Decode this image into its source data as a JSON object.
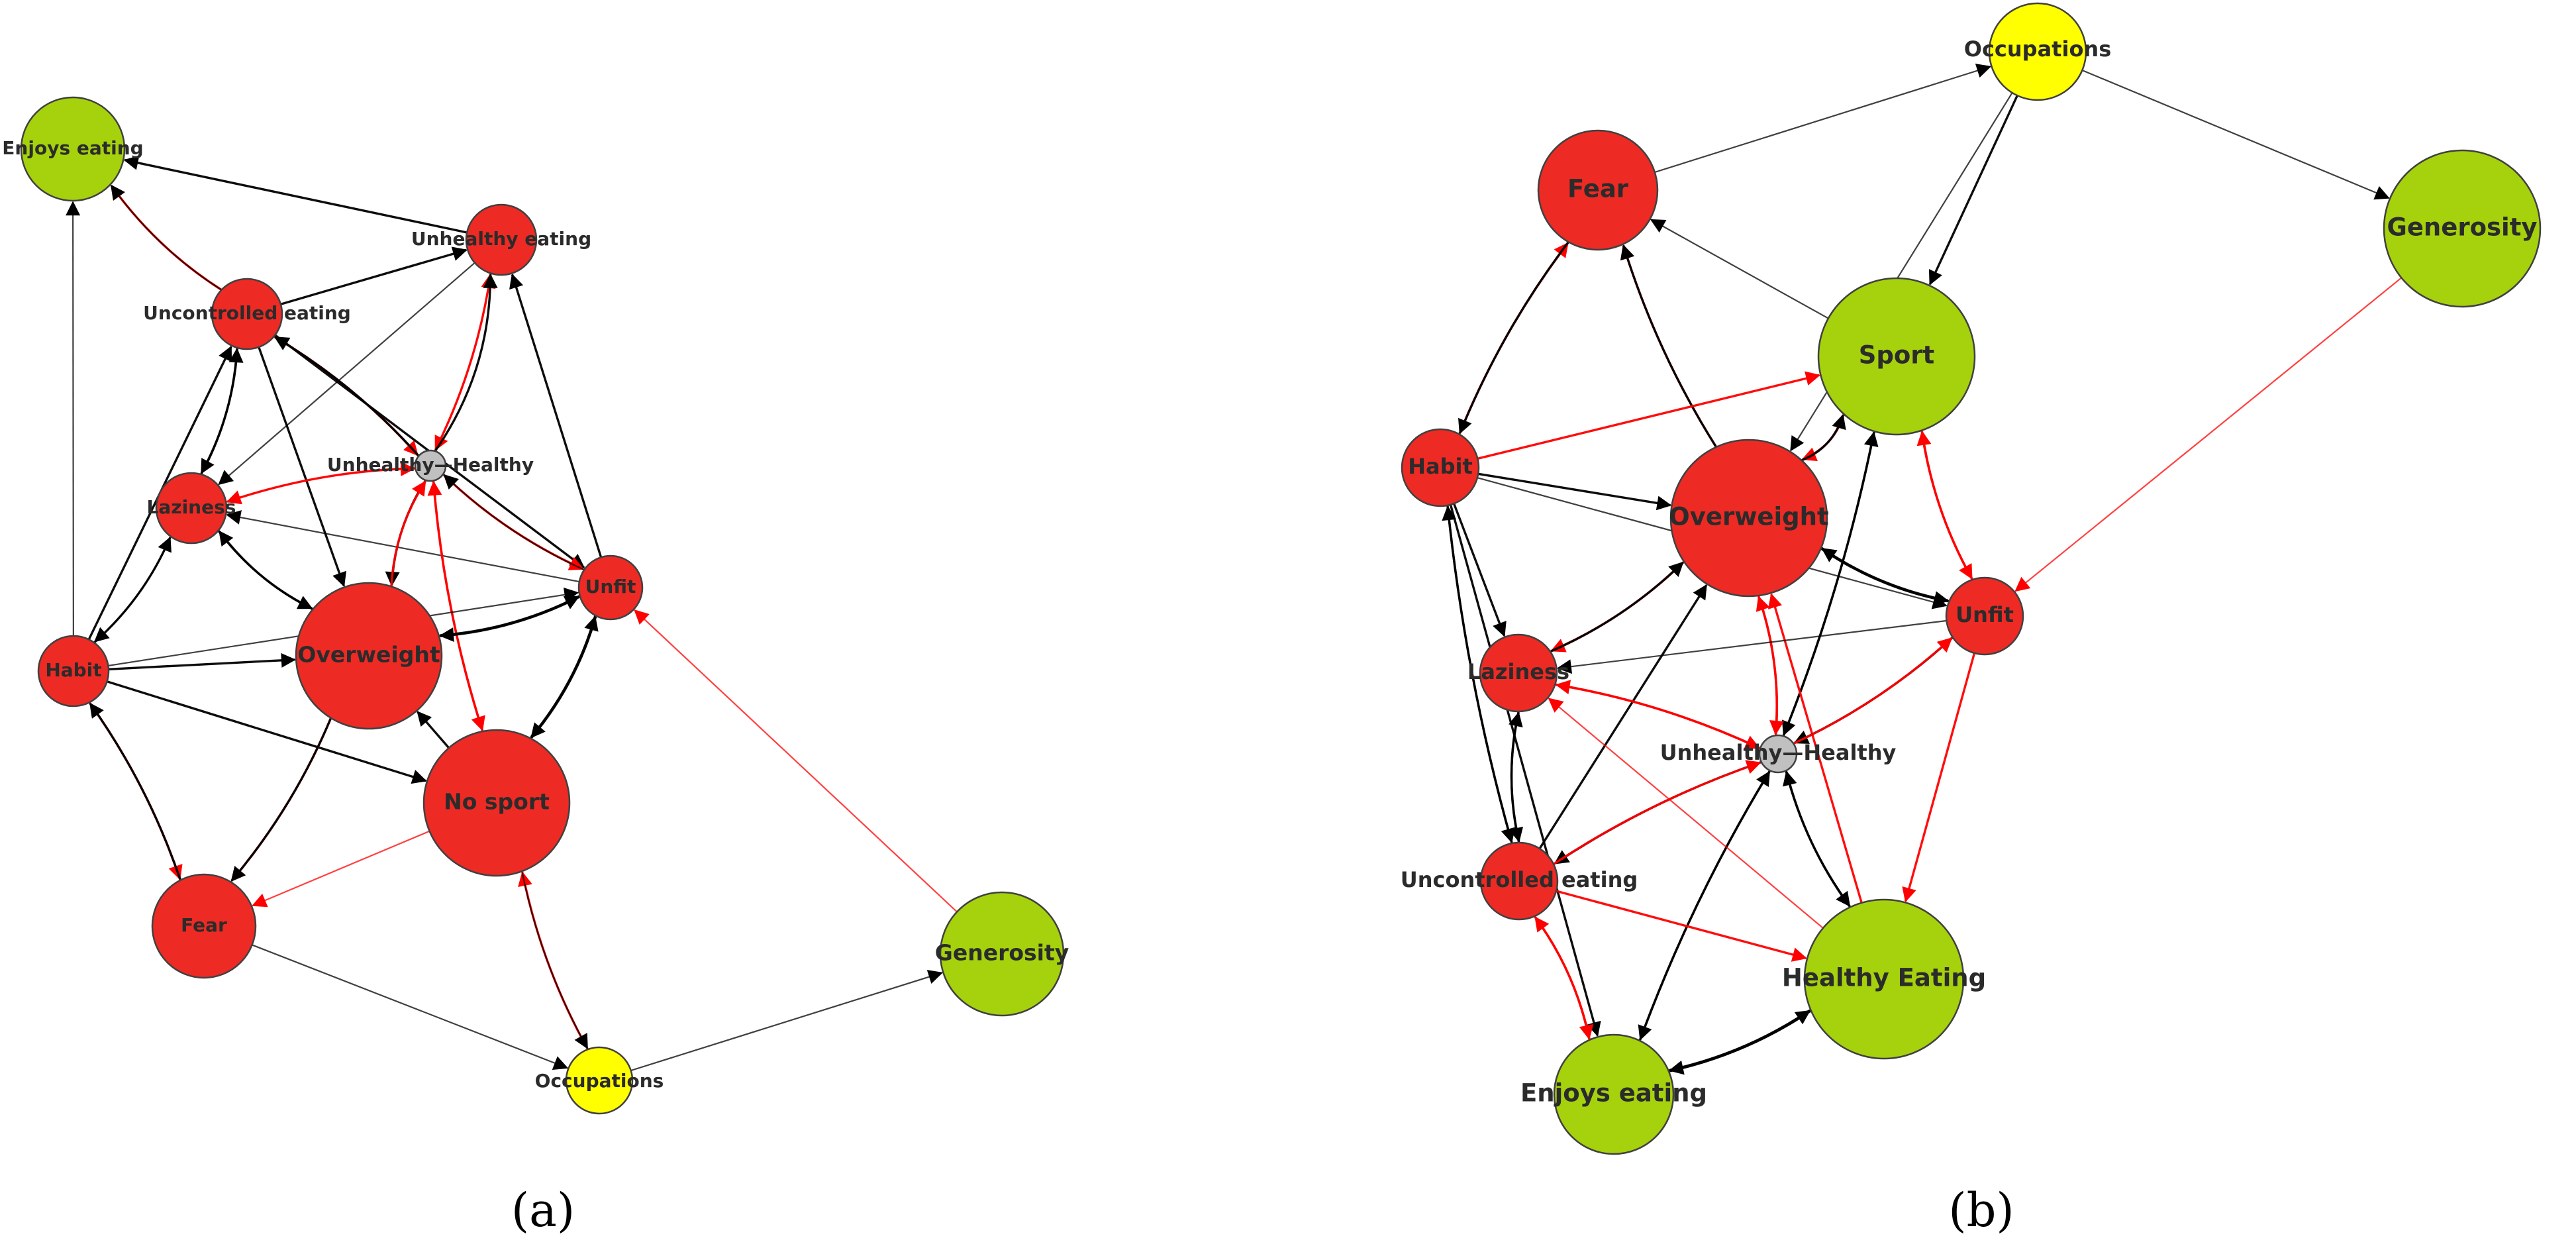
{
  "colors": {
    "problem": "#ee2a24",
    "resource": "#a5d20d",
    "neutral": "#ffff00",
    "center": "#c0c0c0",
    "edge_positive": "#000000",
    "edge_negative": "#ff0000",
    "outline": "#404040"
  },
  "panels": [
    {
      "caption": "(a)",
      "nodes": [
        {
          "id": "enjoys",
          "label": "Enjoys eating",
          "kind": "resource"
        },
        {
          "id": "unhealthy_eating",
          "label": "Unhealthy eating",
          "kind": "problem"
        },
        {
          "id": "uncontrolled",
          "label": "Uncontrolled eating",
          "kind": "problem"
        },
        {
          "id": "center",
          "label": "Unhealthy—Healthy",
          "kind": "center"
        },
        {
          "id": "laziness",
          "label": "Laziness",
          "kind": "problem"
        },
        {
          "id": "unfit",
          "label": "Unfit",
          "kind": "problem"
        },
        {
          "id": "habit",
          "label": "Habit",
          "kind": "problem"
        },
        {
          "id": "overweight",
          "label": "Overweight",
          "kind": "problem"
        },
        {
          "id": "nosport",
          "label": "No sport",
          "kind": "problem"
        },
        {
          "id": "fear",
          "label": "Fear",
          "kind": "problem"
        },
        {
          "id": "generosity",
          "label": "Generosity",
          "kind": "resource"
        },
        {
          "id": "occupations",
          "label": "Occupations",
          "kind": "neutral"
        }
      ],
      "edges": [
        {
          "from": "unhealthy_eating",
          "to": "enjoys",
          "sign": "positive",
          "weight": 2
        },
        {
          "from": "uncontrolled",
          "to": "enjoys",
          "sign": "negative",
          "weight": 2
        },
        {
          "from": "uncontrolled",
          "to": "enjoys",
          "sign": "positive",
          "weight": 1
        },
        {
          "from": "habit",
          "to": "enjoys",
          "sign": "positive",
          "weight": 1
        },
        {
          "from": "uncontrolled",
          "to": "unhealthy_eating",
          "sign": "positive",
          "weight": 2
        },
        {
          "from": "unhealthy_eating",
          "to": "laziness",
          "sign": "positive",
          "weight": 1
        },
        {
          "from": "unhealthy_eating",
          "to": "center",
          "sign": "negative",
          "weight": 2
        },
        {
          "from": "center",
          "to": "unhealthy_eating",
          "sign": "negative",
          "weight": 1
        },
        {
          "from": "center",
          "to": "unhealthy_eating",
          "sign": "positive",
          "weight": 2
        },
        {
          "from": "unfit",
          "to": "unhealthy_eating",
          "sign": "positive",
          "weight": 2
        },
        {
          "from": "uncontrolled",
          "to": "laziness",
          "sign": "positive",
          "weight": 2
        },
        {
          "from": "laziness",
          "to": "uncontrolled",
          "sign": "positive",
          "weight": 2
        },
        {
          "from": "uncontrolled",
          "to": "overweight",
          "sign": "positive",
          "weight": 2
        },
        {
          "from": "uncontrolled",
          "to": "center",
          "sign": "negative",
          "weight": 2
        },
        {
          "from": "center",
          "to": "uncontrolled",
          "sign": "positive",
          "weight": 2
        },
        {
          "from": "uncontrolled",
          "to": "unfit",
          "sign": "positive",
          "weight": 2
        },
        {
          "from": "center",
          "to": "laziness",
          "sign": "negative",
          "weight": 2
        },
        {
          "from": "laziness",
          "to": "center",
          "sign": "negative",
          "weight": 1
        },
        {
          "from": "unfit",
          "to": "laziness",
          "sign": "positive",
          "weight": 1
        },
        {
          "from": "laziness",
          "to": "overweight",
          "sign": "positive",
          "weight": 2
        },
        {
          "from": "overweight",
          "to": "laziness",
          "sign": "positive",
          "weight": 2
        },
        {
          "from": "habit",
          "to": "laziness",
          "sign": "positive",
          "weight": 2
        },
        {
          "from": "laziness",
          "to": "habit",
          "sign": "positive",
          "weight": 1
        },
        {
          "from": "habit",
          "to": "uncontrolled",
          "sign": "positive",
          "weight": 2
        },
        {
          "from": "center",
          "to": "unfit",
          "sign": "negative",
          "weight": 2
        },
        {
          "from": "unfit",
          "to": "center",
          "sign": "positive",
          "weight": 1
        },
        {
          "from": "center",
          "to": "overweight",
          "sign": "positive",
          "weight": 2
        },
        {
          "from": "overweight",
          "to": "center",
          "sign": "negative",
          "weight": 2
        },
        {
          "from": "center",
          "to": "nosport",
          "sign": "negative",
          "weight": 2
        },
        {
          "from": "nosport",
          "to": "center",
          "sign": "negative",
          "weight": 2
        },
        {
          "from": "unfit",
          "to": "overweight",
          "sign": "positive",
          "weight": 3
        },
        {
          "from": "overweight",
          "to": "unfit",
          "sign": "positive",
          "weight": 2
        },
        {
          "from": "unfit",
          "to": "nosport",
          "sign": "positive",
          "weight": 3
        },
        {
          "from": "nosport",
          "to": "unfit",
          "sign": "positive",
          "weight": 2
        },
        {
          "from": "habit",
          "to": "overweight",
          "sign": "positive",
          "weight": 2
        },
        {
          "from": "habit",
          "to": "unfit",
          "sign": "positive",
          "weight": 1
        },
        {
          "from": "habit",
          "to": "nosport",
          "sign": "positive",
          "weight": 2
        },
        {
          "from": "habit",
          "to": "fear",
          "sign": "negative",
          "weight": 2
        },
        {
          "from": "fear",
          "to": "habit",
          "sign": "positive",
          "weight": 2
        },
        {
          "from": "overweight",
          "to": "fear",
          "sign": "negative",
          "weight": 2
        },
        {
          "from": "overweight",
          "to": "fear",
          "sign": "positive",
          "weight": 2
        },
        {
          "from": "nosport",
          "to": "overweight",
          "sign": "positive",
          "weight": 2
        },
        {
          "from": "nosport",
          "to": "fear",
          "sign": "negative",
          "weight": 1
        },
        {
          "from": "fear",
          "to": "occupations",
          "sign": "positive",
          "weight": 1
        },
        {
          "from": "occupations",
          "to": "nosport",
          "sign": "negative",
          "weight": 2
        },
        {
          "from": "nosport",
          "to": "occupations",
          "sign": "positive",
          "weight": 1
        },
        {
          "from": "generosity",
          "to": "unfit",
          "sign": "negative",
          "weight": 1
        },
        {
          "from": "occupations",
          "to": "generosity",
          "sign": "positive",
          "weight": 1
        }
      ]
    },
    {
      "caption": "(b)",
      "nodes": [
        {
          "id": "occupations",
          "label": "Occupations",
          "kind": "neutral"
        },
        {
          "id": "fear",
          "label": "Fear",
          "kind": "problem"
        },
        {
          "id": "generosity",
          "label": "Generosity",
          "kind": "resource"
        },
        {
          "id": "sport",
          "label": "Sport",
          "kind": "resource"
        },
        {
          "id": "habit",
          "label": "Habit",
          "kind": "problem"
        },
        {
          "id": "overweight",
          "label": "Overweight",
          "kind": "problem"
        },
        {
          "id": "unfit",
          "label": "Unfit",
          "kind": "problem"
        },
        {
          "id": "laziness",
          "label": "Laziness",
          "kind": "problem"
        },
        {
          "id": "center",
          "label": "Unhealthy—Healthy",
          "kind": "center"
        },
        {
          "id": "uncontrolled",
          "label": "Uncontrolled eating",
          "kind": "problem"
        },
        {
          "id": "healthy",
          "label": "Healthy Eating",
          "kind": "resource"
        },
        {
          "id": "enjoys",
          "label": "Enjoys eating",
          "kind": "resource"
        }
      ],
      "edges": [
        {
          "from": "fear",
          "to": "occupations",
          "sign": "positive",
          "weight": 1
        },
        {
          "from": "occupations",
          "to": "generosity",
          "sign": "positive",
          "weight": 1
        },
        {
          "from": "occupations",
          "to": "sport",
          "sign": "positive",
          "weight": 2
        },
        {
          "from": "occupations",
          "to": "overweight",
          "sign": "positive",
          "weight": 1
        },
        {
          "from": "sport",
          "to": "fear",
          "sign": "positive",
          "weight": 1
        },
        {
          "from": "generosity",
          "to": "unfit",
          "sign": "negative",
          "weight": 1
        },
        {
          "from": "habit",
          "to": "fear",
          "sign": "negative",
          "weight": 2
        },
        {
          "from": "fear",
          "to": "habit",
          "sign": "positive",
          "weight": 2
        },
        {
          "from": "overweight",
          "to": "fear",
          "sign": "negative",
          "weight": 2
        },
        {
          "from": "overweight",
          "to": "fear",
          "sign": "positive",
          "weight": 2
        },
        {
          "from": "habit",
          "to": "sport",
          "sign": "negative",
          "weight": 2
        },
        {
          "from": "habit",
          "to": "overweight",
          "sign": "positive",
          "weight": 2
        },
        {
          "from": "habit",
          "to": "unfit",
          "sign": "positive",
          "weight": 1
        },
        {
          "from": "habit",
          "to": "laziness",
          "sign": "positive",
          "weight": 2
        },
        {
          "from": "habit",
          "to": "uncontrolled",
          "sign": "positive",
          "weight": 2
        },
        {
          "from": "habit",
          "to": "enjoys",
          "sign": "positive",
          "weight": 2
        },
        {
          "from": "uncontrolled",
          "to": "habit",
          "sign": "positive",
          "weight": 2
        },
        {
          "from": "sport",
          "to": "overweight",
          "sign": "negative",
          "weight": 2
        },
        {
          "from": "overweight",
          "to": "sport",
          "sign": "positive",
          "weight": 2
        },
        {
          "from": "sport",
          "to": "unfit",
          "sign": "negative",
          "weight": 2
        },
        {
          "from": "unfit",
          "to": "sport",
          "sign": "negative",
          "weight": 2
        },
        {
          "from": "sport",
          "to": "center",
          "sign": "positive",
          "weight": 2
        },
        {
          "from": "center",
          "to": "sport",
          "sign": "positive",
          "weight": 2
        },
        {
          "from": "overweight",
          "to": "unfit",
          "sign": "positive",
          "weight": 3
        },
        {
          "from": "unfit",
          "to": "overweight",
          "sign": "positive",
          "weight": 2
        },
        {
          "from": "overweight",
          "to": "laziness",
          "sign": "negative",
          "weight": 2
        },
        {
          "from": "laziness",
          "to": "overweight",
          "sign": "positive",
          "weight": 2
        },
        {
          "from": "overweight",
          "to": "center",
          "sign": "negative",
          "weight": 2
        },
        {
          "from": "center",
          "to": "overweight",
          "sign": "negative",
          "weight": 2
        },
        {
          "from": "uncontrolled",
          "to": "overweight",
          "sign": "positive",
          "weight": 2
        },
        {
          "from": "healthy",
          "to": "overweight",
          "sign": "negative",
          "weight": 2
        },
        {
          "from": "unfit",
          "to": "laziness",
          "sign": "positive",
          "weight": 1
        },
        {
          "from": "unfit",
          "to": "center",
          "sign": "positive",
          "weight": 2
        },
        {
          "from": "center",
          "to": "unfit",
          "sign": "negative",
          "weight": 2
        },
        {
          "from": "unfit",
          "to": "healthy",
          "sign": "negative",
          "weight": 2
        },
        {
          "from": "laziness",
          "to": "center",
          "sign": "negative",
          "weight": 2
        },
        {
          "from": "center",
          "to": "laziness",
          "sign": "negative",
          "weight": 2
        },
        {
          "from": "laziness",
          "to": "uncontrolled",
          "sign": "positive",
          "weight": 2
        },
        {
          "from": "uncontrolled",
          "to": "laziness",
          "sign": "positive",
          "weight": 2
        },
        {
          "from": "center",
          "to": "uncontrolled",
          "sign": "positive",
          "weight": 2
        },
        {
          "from": "uncontrolled",
          "to": "center",
          "sign": "negative",
          "weight": 2
        },
        {
          "from": "center",
          "to": "healthy",
          "sign": "positive",
          "weight": 2
        },
        {
          "from": "healthy",
          "to": "center",
          "sign": "positive",
          "weight": 2
        },
        {
          "from": "center",
          "to": "enjoys",
          "sign": "positive",
          "weight": 2
        },
        {
          "from": "enjoys",
          "to": "center",
          "sign": "positive",
          "weight": 2
        },
        {
          "from": "uncontrolled",
          "to": "healthy",
          "sign": "negative",
          "weight": 2
        },
        {
          "from": "healthy",
          "to": "laziness",
          "sign": "negative",
          "weight": 1
        },
        {
          "from": "uncontrolled",
          "to": "enjoys",
          "sign": "negative",
          "weight": 2
        },
        {
          "from": "enjoys",
          "to": "uncontrolled",
          "sign": "negative",
          "weight": 2
        },
        {
          "from": "enjoys",
          "to": "healthy",
          "sign": "positive",
          "weight": 3
        },
        {
          "from": "healthy",
          "to": "enjoys",
          "sign": "positive",
          "weight": 3
        }
      ]
    }
  ]
}
